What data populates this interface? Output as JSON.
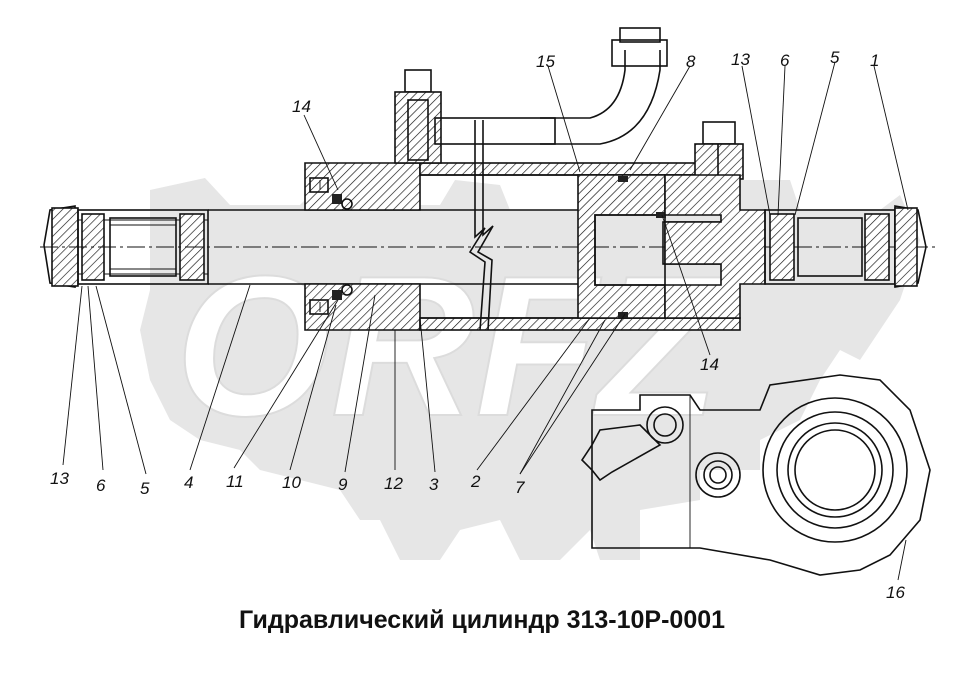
{
  "title": "Гидравлический цилиндр 313-10Р-0001",
  "watermark": "ORFZ",
  "callouts": {
    "c13_left": "13",
    "c6_left": "6",
    "c5_left": "5",
    "c4": "4",
    "c11": "11",
    "c10": "10",
    "c9": "9",
    "c12": "12",
    "c3": "3",
    "c2": "2",
    "c7": "7",
    "c14_top": "14",
    "c14_mid": "14",
    "c15": "15",
    "c8": "8",
    "c13_right": "13",
    "c6_right": "6",
    "c5_right": "5",
    "c1": "1",
    "c16": "16"
  },
  "colors": {
    "line": "#111111",
    "watermark": "#e6e6e6",
    "background": "#ffffff"
  }
}
